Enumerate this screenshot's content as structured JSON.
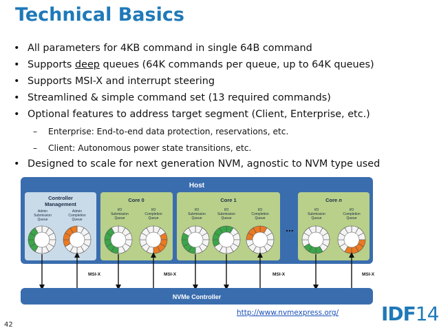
{
  "slide": {
    "title": "Technical Basics",
    "bullets": [
      {
        "pre": "All parameters for 4KB command in single 64B command",
        "u": "",
        "post": ""
      },
      {
        "pre": "Supports ",
        "u": "deep",
        "post": " queues (64K commands per queue, up to 64K queues)"
      },
      {
        "pre": "Supports MSI-X and interrupt steering",
        "u": "",
        "post": ""
      },
      {
        "pre": "Streamlined & simple command set (13 required commands)",
        "u": "",
        "post": ""
      },
      {
        "pre": "Optional features to address target segment (Client, Enterprise, etc.)",
        "u": "",
        "post": ""
      }
    ],
    "subbullets": [
      "Enterprise: End-to-end data protection, reservations, etc.",
      "Client: Autonomous power state transitions, etc."
    ],
    "last_bullet": "Designed to scale for next generation NVM, agnostic to NVM type used",
    "bullet_char": "•",
    "dash_char": "–",
    "link": "http://www.nvmexpress.org/",
    "page_number": "42",
    "logo": {
      "idf": "IDF",
      "num": "14"
    }
  },
  "diagram": {
    "host_label": "Host",
    "controller_label": "NVMe Controller",
    "msix_label": "MSI-X",
    "ellipsis": "...",
    "mgmt": {
      "title": [
        "Controller",
        "Management"
      ],
      "sq": [
        "Admin",
        "Submission",
        "Queue"
      ],
      "cq": [
        "Admin",
        "Completion",
        "Queue"
      ]
    },
    "cores": [
      {
        "title": "Core 0",
        "sq": [
          "I/O",
          "Submission",
          "Queue"
        ],
        "cq": [
          "I/O",
          "Completion",
          "Queue"
        ]
      },
      {
        "title": "Core 1",
        "sq": [
          "I/O",
          "Submission",
          "Queue"
        ],
        "cq": [
          "I/O",
          "Completion",
          "Queue"
        ]
      },
      {
        "title": "Core n",
        "sq": [
          "I/O",
          "Submission",
          "Queue"
        ],
        "cq": [
          "I/O",
          "Completion",
          "Queue"
        ]
      }
    ],
    "colors": {
      "host_bg": "#3a6dae",
      "controller_bg": "#3a6dae",
      "core_bg": "#b8d08a",
      "mgmt_bg": "#c9dbe9",
      "sq_fill": "#3aa649",
      "cq_fill": "#ec7a22",
      "ring_empty": "#f4f4f4",
      "title_blue": "#1f79b8"
    }
  }
}
